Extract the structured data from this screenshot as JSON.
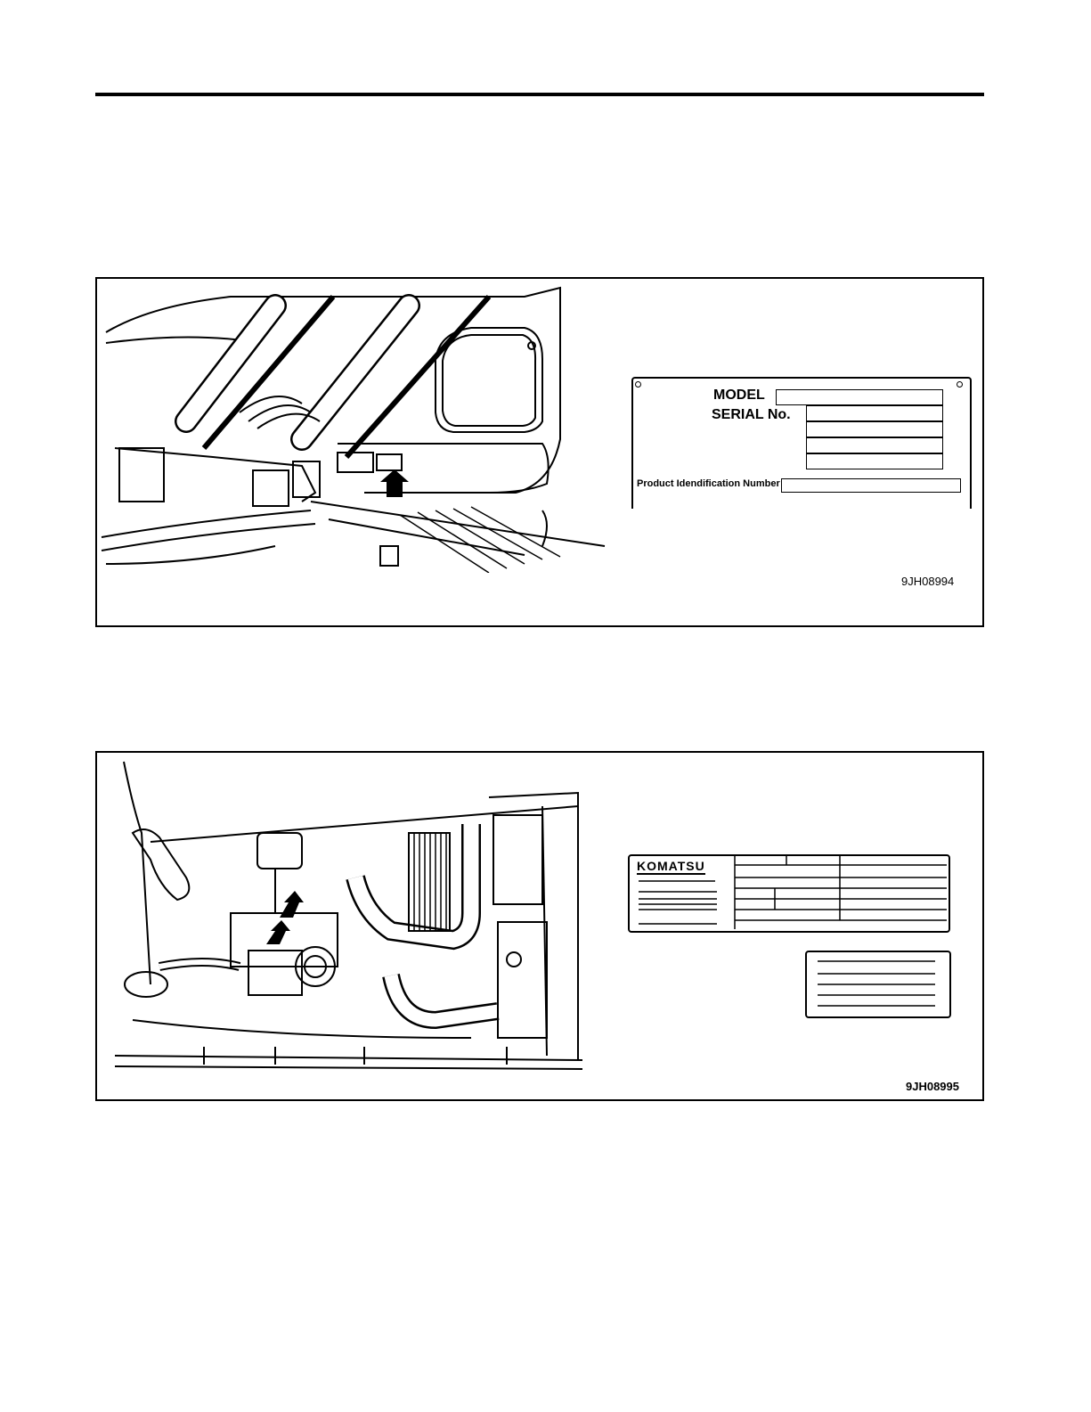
{
  "figures": [
    {
      "code": "9JH08994",
      "plate": {
        "model_label": "MODEL",
        "serial_label": "SERIAL No.",
        "pin_label": "Product Idendification Number"
      }
    },
    {
      "code": "9JH08995",
      "plate": {
        "logo_text": "KOMATSU"
      }
    }
  ]
}
